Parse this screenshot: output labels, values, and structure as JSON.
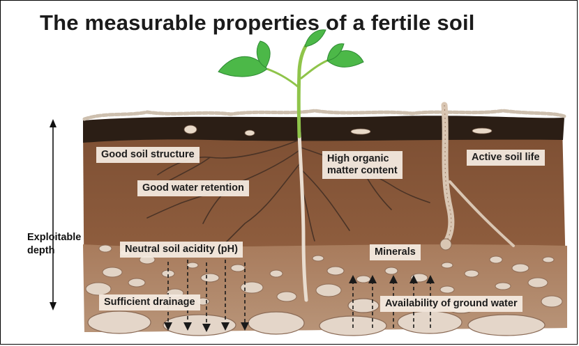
{
  "title": "The measurable properties of a fertile soil",
  "labels": {
    "structure": "Good soil structure",
    "water_retention": "Good water retention",
    "organic_line1": "High organic",
    "organic_line2": "matter content",
    "soil_life": "Active soil life",
    "acidity": "Neutral soil acidity (pH)",
    "minerals": "Minerals",
    "drainage": "Sufficient drainage",
    "ground_water": "Availability of ground water"
  },
  "side": {
    "line1": "Exploitable",
    "line2": "depth"
  },
  "colors": {
    "topsoil": "#2b1e15",
    "soil": "#8a5a3c",
    "soil_dark": "#6f4428",
    "stones": "#d8c8b8",
    "roots": "#4a3326",
    "leaf": "#4cb848",
    "stem": "#8fc44a"
  }
}
